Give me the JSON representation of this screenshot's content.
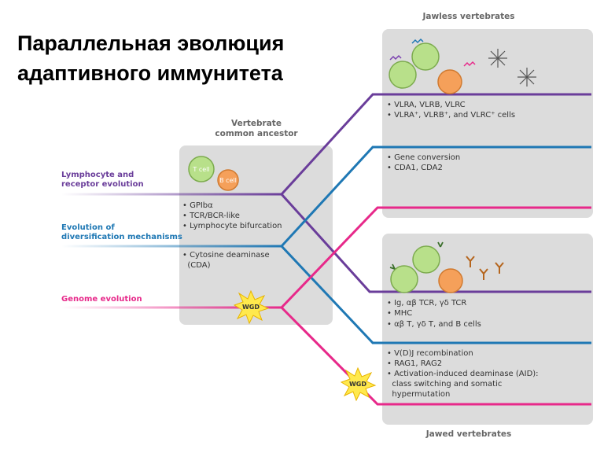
{
  "title": {
    "line1": "Параллельная эволюция",
    "line2": "адаптивного иммунитета"
  },
  "colors": {
    "lymphocyte": "#6a3d9a",
    "diversification": "#1f78b4",
    "genome": "#e7298a",
    "panel": "#dcdcdc",
    "wgd_fill": "#ffe94d",
    "cell_green": "#b8e08a",
    "cell_orange": "#f5a05a"
  },
  "ancestor": {
    "header_line1": "Vertebrate",
    "header_line2": "common ancestor",
    "t_cell": "T cell",
    "b_cell": "B cell",
    "items_lymphocyte": [
      "• GPIbα",
      "• TCR/BCR-like",
      "• Lymphocyte bifurcation"
    ],
    "items_diversification": [
      "• Cytosine deaminase",
      "  (CDA)"
    ],
    "wgd": "WGD"
  },
  "left_labels": {
    "lymphocyte_line1": "Lymphocyte and",
    "lymphocyte_line2": "receptor evolution",
    "diversification_line1": "Evolution of",
    "diversification_line2": "diversification mechanisms",
    "genome": "Genome evolution"
  },
  "jawless": {
    "header": "Jawless vertebrates",
    "items_lymphocyte": [
      "• VLRA, VLRB, VLRC",
      "• VLRA⁺, VLRB⁺, and VLRC⁺ cells"
    ],
    "items_diversification": [
      "• Gene conversion",
      "• CDA1, CDA2"
    ]
  },
  "jawed": {
    "header": "Jawed vertebrates",
    "items_lymphocyte": [
      "• Ig, αβ TCR, γδ TCR",
      "• MHC",
      "• αβ T, γδ T, and B cells"
    ],
    "items_diversification": [
      "• V(D)J recombination",
      "• RAG1, RAG2",
      "• Activation-induced deaminase (AID):",
      "  class switching and somatic",
      "  hypermutation"
    ],
    "wgd": "WGD"
  }
}
